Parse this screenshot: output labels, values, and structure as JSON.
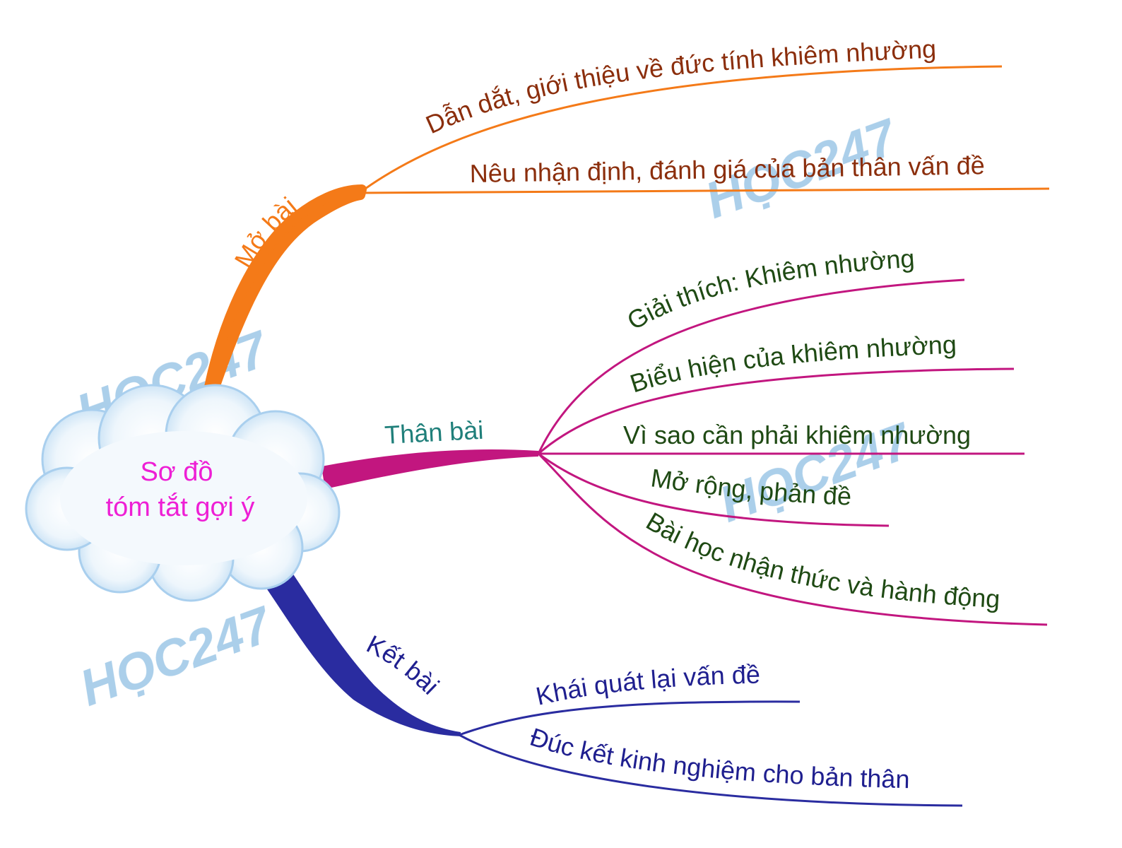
{
  "center": {
    "line1": "Sơ đồ",
    "line2": "tóm tắt gợi ý",
    "color": "#ee1fd5"
  },
  "watermark": {
    "text": "HỌC247",
    "color": "#8fbfe3"
  },
  "branches": {
    "mo_bai": {
      "label": "Mở bài",
      "color": "#f47a18",
      "text_color": "#8b2e0c",
      "items": [
        "Dẫn dắt, giới thiệu về đức tính khiêm nhường",
        "Nêu nhận định, đánh giá của bản thân vấn đề"
      ]
    },
    "than_bai": {
      "label": "Thân bài",
      "color": "#c2167f",
      "label_color": "#1f7f7a",
      "text_color": "#1f4a14",
      "items": [
        "Giải thích: Khiêm nhường",
        "Biểu hiện của khiêm nhường",
        "Vì sao cần phải khiêm nhường",
        "Mở rộng, phản đề",
        "Bài học nhận thức và hành động"
      ]
    },
    "ket_bai": {
      "label": "Kết bài",
      "color": "#2a2ca0",
      "text_color": "#1f1f8f",
      "items": [
        "Khái quát lại vấn đề",
        "Đúc kết kinh nghiệm cho bản thân"
      ]
    }
  }
}
